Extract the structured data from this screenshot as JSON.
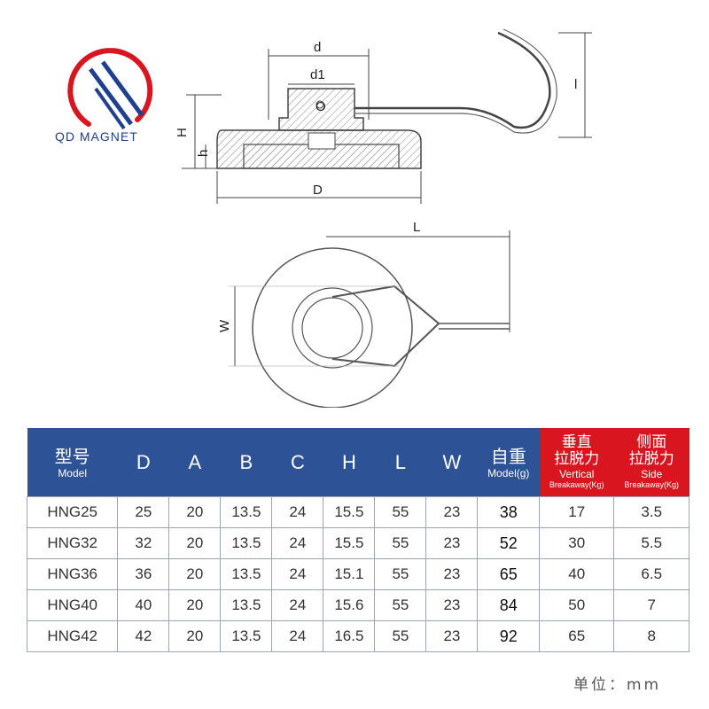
{
  "logo": {
    "text": "QD MAGNET"
  },
  "drawing_labels": {
    "d": "d",
    "d1": "d1",
    "O": "O",
    "H": "H",
    "h": "h",
    "D": "D",
    "l": "l",
    "L": "L",
    "W": "W"
  },
  "table": {
    "headers": [
      {
        "zh": "型号",
        "en": "Model"
      },
      {
        "text": "D"
      },
      {
        "text": "A"
      },
      {
        "text": "B"
      },
      {
        "text": "C"
      },
      {
        "text": "H"
      },
      {
        "text": "L"
      },
      {
        "text": "W"
      },
      {
        "zh": "自重",
        "en": "Model(g)"
      },
      {
        "zh1": "垂直",
        "zh2": "拉脱力",
        "en1": "Vertical",
        "en2": "Breakaway(Kg)"
      },
      {
        "zh1": "侧面",
        "zh2": "拉脱力",
        "en1": "Side",
        "en2": "Breakaway(Kg)"
      }
    ],
    "rows": [
      [
        "HNG25",
        "25",
        "20",
        "13.5",
        "24",
        "15.5",
        "55",
        "23",
        "38",
        "17",
        "3.5"
      ],
      [
        "HNG32",
        "32",
        "20",
        "13.5",
        "24",
        "15.5",
        "55",
        "23",
        "52",
        "30",
        "5.5"
      ],
      [
        "HNG36",
        "36",
        "20",
        "13.5",
        "24",
        "15.1",
        "55",
        "23",
        "65",
        "40",
        "6.5"
      ],
      [
        "HNG40",
        "40",
        "20",
        "13.5",
        "24",
        "15.6",
        "55",
        "23",
        "84",
        "50",
        "7"
      ],
      [
        "HNG42",
        "42",
        "20",
        "13.5",
        "24",
        "16.5",
        "55",
        "23",
        "92",
        "65",
        "8"
      ]
    ]
  },
  "unit_note": "单位：mm",
  "colors": {
    "header_blue": "#2d5296",
    "header_red": "#d9161f",
    "logo_red": "#d9161f",
    "logo_blue": "#1f3f8f"
  }
}
